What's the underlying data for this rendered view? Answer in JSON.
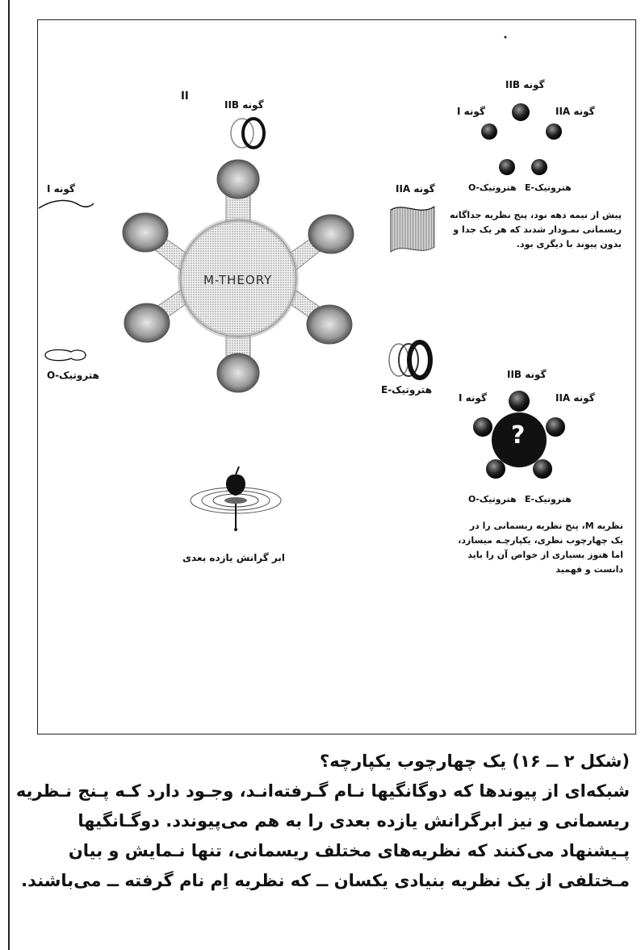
{
  "labels": {
    "center": "M-THEORY",
    "roman_two": "II",
    "type_iib": "گونه IIB",
    "type_iia": "گونه IIA",
    "type_i": "گونه I",
    "heterotic_o": "هتروتیک-O",
    "heterotic_e": "هتروتیک-E",
    "supergravity": "ابر گرانش یازده بعدی"
  },
  "top_cluster": {
    "iib": "گونه IIB",
    "iia": "گونه IIA",
    "i": "گونه I",
    "o": "هتروتیک-O",
    "e": "هتروتیک-E",
    "note": "پیش از نیمه دهه نود، پنج نظریه جداگانه ریسمانی نمـودار شدند که هر یک جدا و بدون پیوند با دیگری بود."
  },
  "bottom_cluster": {
    "iib": "گونه IIB",
    "iia": "گونه IIA",
    "i": "گونه I",
    "o": "هتروتیک-O",
    "e": "هتروتیک-E",
    "question": "?",
    "note": "نظریه M، پنج نظریه ریسمانی را در یک چهارچوب نظری، یکپارچـه میسازد، اما هنوز بسیاری از خواص آن را باید دانست و فهمید"
  },
  "caption": {
    "title": "(شکل ۲ ــ ۱۶) یک چهارچوب یکپارچه؟",
    "body": "شبکه‌ای از پیوندها که دوگانگیها نـام گـرفته‌انـد، وجـود دارد کـه پـنج نـظریه ریسمانی و نیز ابرگرانش یازده بعدی را به هم می‌پیوندد. دوگـانگیها پـیشنهاد می‌کنند که نظریه‌های مختلف ریسمانی، تنها نـمایش و بیان مـختلفی از یک نظریه بنیادی یکسان ــ که نظریه اِم نام گرفته ــ می‌باشند."
  }
}
